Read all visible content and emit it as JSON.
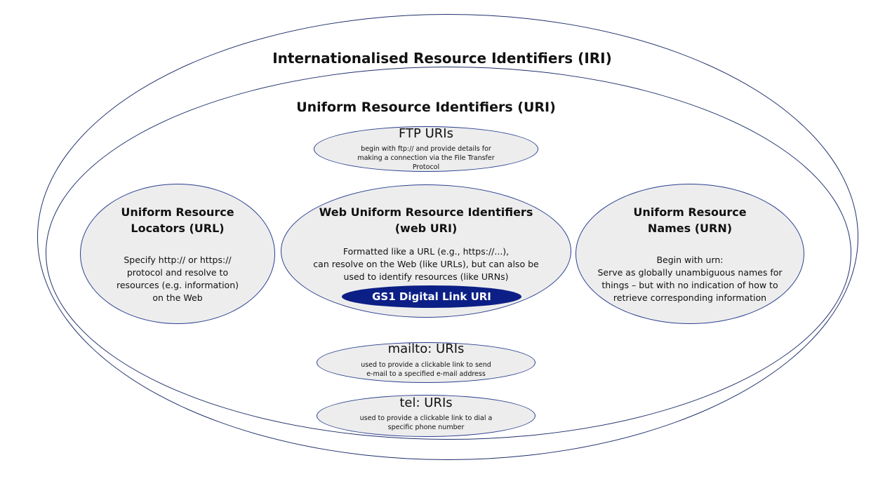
{
  "iri": {
    "title": "Internationalised Resource Identifiers (IRI)"
  },
  "uri": {
    "title": "Uniform Resource Identifiers (URI)"
  },
  "ftp": {
    "title": "FTP URIs",
    "desc": [
      "begin with ftp:// and provide details for",
      "making a connection via the File Transfer",
      "Protocol"
    ]
  },
  "url": {
    "title": [
      "Uniform Resource",
      "Locators (URL)"
    ],
    "desc": [
      "Specify http:// or https://",
      "protocol and resolve to",
      "resources (e.g. information)",
      "on the Web"
    ]
  },
  "weburi": {
    "title": [
      "Web Uniform Resource Identifiers",
      "(web URI)"
    ],
    "desc": [
      "Formatted like a URL (e.g., https://...),",
      "can resolve on the Web (like URLs), but can also be",
      "used to identify resources (like URNs)"
    ]
  },
  "gs1": {
    "label": "GS1 Digital Link URI"
  },
  "urn": {
    "title": [
      "Uniform Resource",
      "Names (URN)"
    ],
    "desc": [
      "Begin with urn:",
      "Serve as globally unambiguous names for",
      "things – but with no indication of how to",
      "retrieve corresponding information"
    ]
  },
  "mailto": {
    "title": "mailto: URIs",
    "desc": [
      "used to provide a clickable link to send",
      "e-mail to a specified e-mail address"
    ]
  },
  "tel": {
    "title": "tel: URIs",
    "desc": [
      "used to provide a clickable link to dial a",
      "specific phone number"
    ]
  }
}
